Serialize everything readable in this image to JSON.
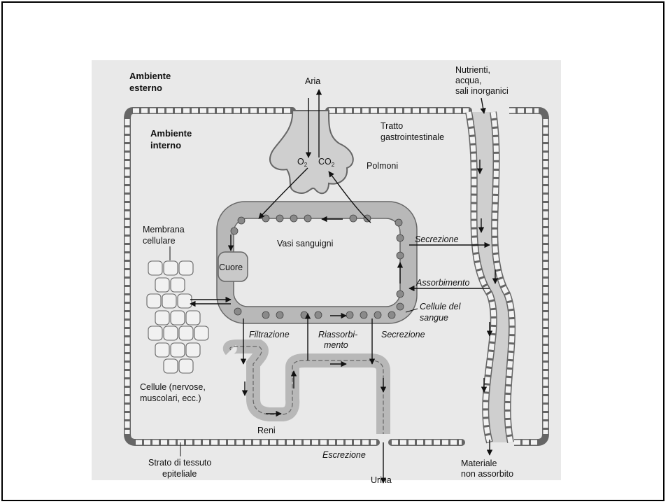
{
  "labels": {
    "ambiente_esterno": [
      "Ambiente",
      "esterno"
    ],
    "ambiente_interno": [
      "Ambiente",
      "interno"
    ],
    "aria": "Aria",
    "o2": "O",
    "co2": "CO",
    "subscript": "2",
    "polmoni": "Polmoni",
    "nutrienti": [
      "Nutrienti,",
      "acqua,",
      "sali inorganici"
    ],
    "tratto": [
      "Tratto",
      "gastrointestinale"
    ],
    "membrana": [
      "Membrana",
      "cellulare"
    ],
    "vasi": "Vasi sanguigni",
    "cuore": "Cuore",
    "secrezione_top": "Secrezione",
    "assorbimento": "Assorbimento",
    "cellule_sangue": [
      "Cellule del",
      "sangue"
    ],
    "filtrazione": "Filtrazione",
    "riassorbimento": [
      "Riassorbi-",
      "mento"
    ],
    "secrezione_bottom": "Secrezione",
    "cellule": [
      "Cellule (nervose,",
      "muscolari, ecc.)"
    ],
    "reni": "Reni",
    "escrezione": "Escrezione",
    "urina": "Urina",
    "strato": [
      "Strato di tessuto",
      "epiteliale"
    ],
    "materiale": [
      "Materiale",
      "non assorbito"
    ]
  }
}
